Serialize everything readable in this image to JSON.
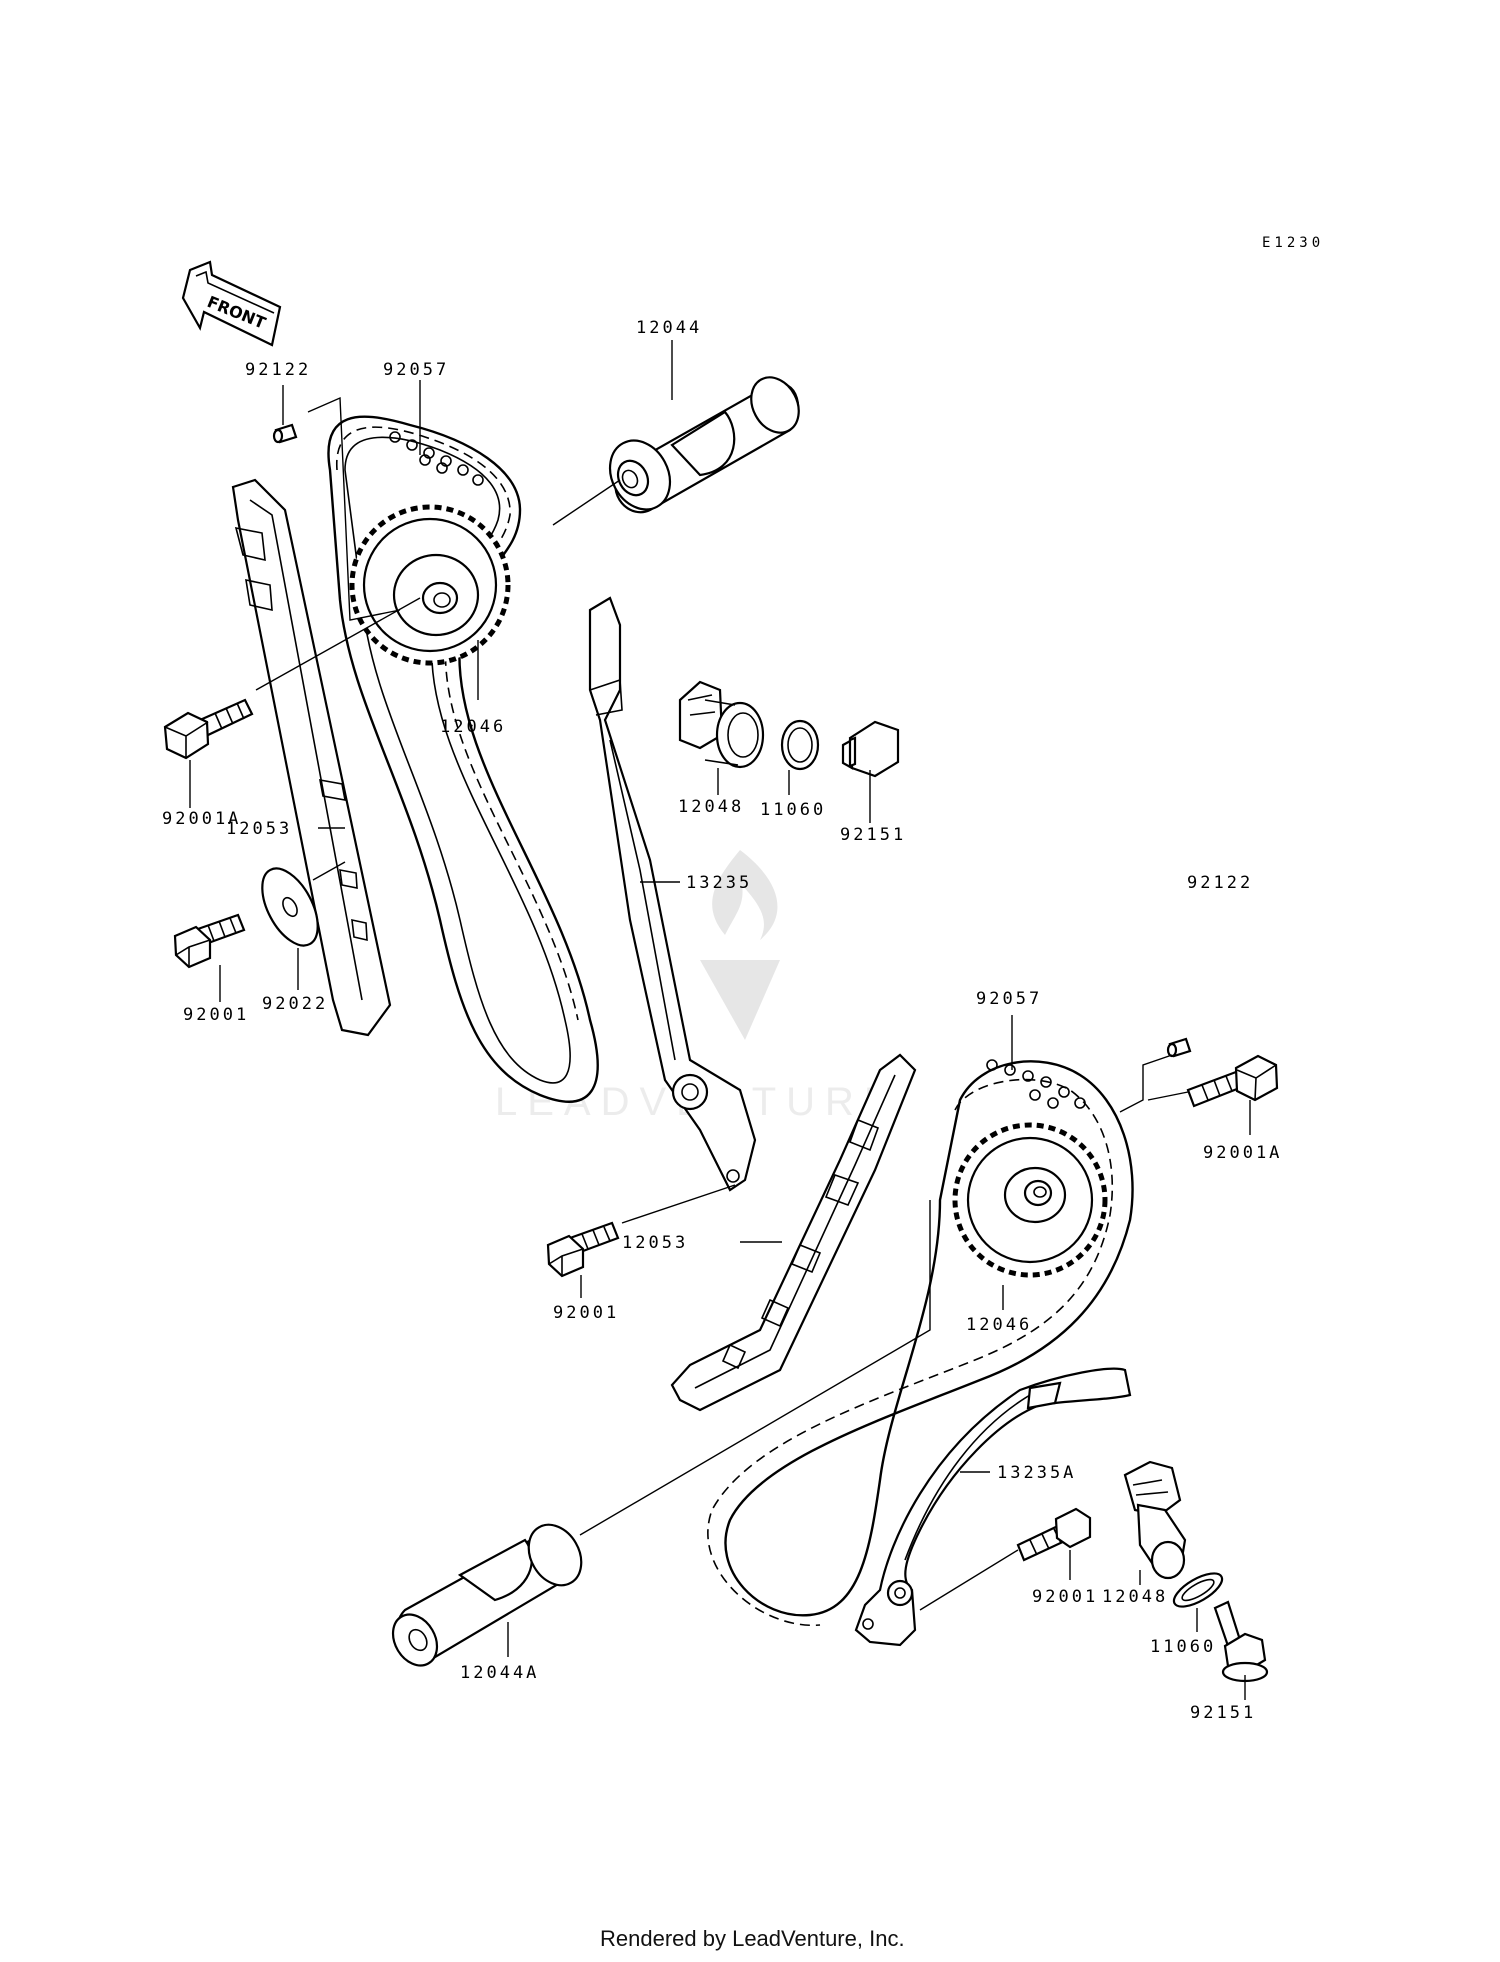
{
  "diagram_code": "E1230",
  "front_arrow_label": "FRONT",
  "watermark_text": "LEADVENTURE",
  "footer_text": "Rendered by LeadVenture, Inc.",
  "callouts": {
    "p92122_a": "92122",
    "p92057_a": "92057",
    "p12044": "12044",
    "p12046_a": "12046",
    "p92001A_a": "92001A",
    "p12053_a": "12053",
    "p92001_a": "92001",
    "p92022": "92022",
    "p12048_a": "12048",
    "p11060_a": "11060",
    "p92151_a": "92151",
    "p13235": "13235",
    "p92122_b": "92122",
    "p92057_b": "92057",
    "p92001A_b": "92001A",
    "p12053_b": "12053",
    "p92001_b": "92001",
    "p12046_b": "12046",
    "p13235A": "13235A",
    "p92001_c": "92001",
    "p12048_b": "12048",
    "p11060_b": "11060",
    "p92151_b": "92151",
    "p12044A": "12044A"
  }
}
